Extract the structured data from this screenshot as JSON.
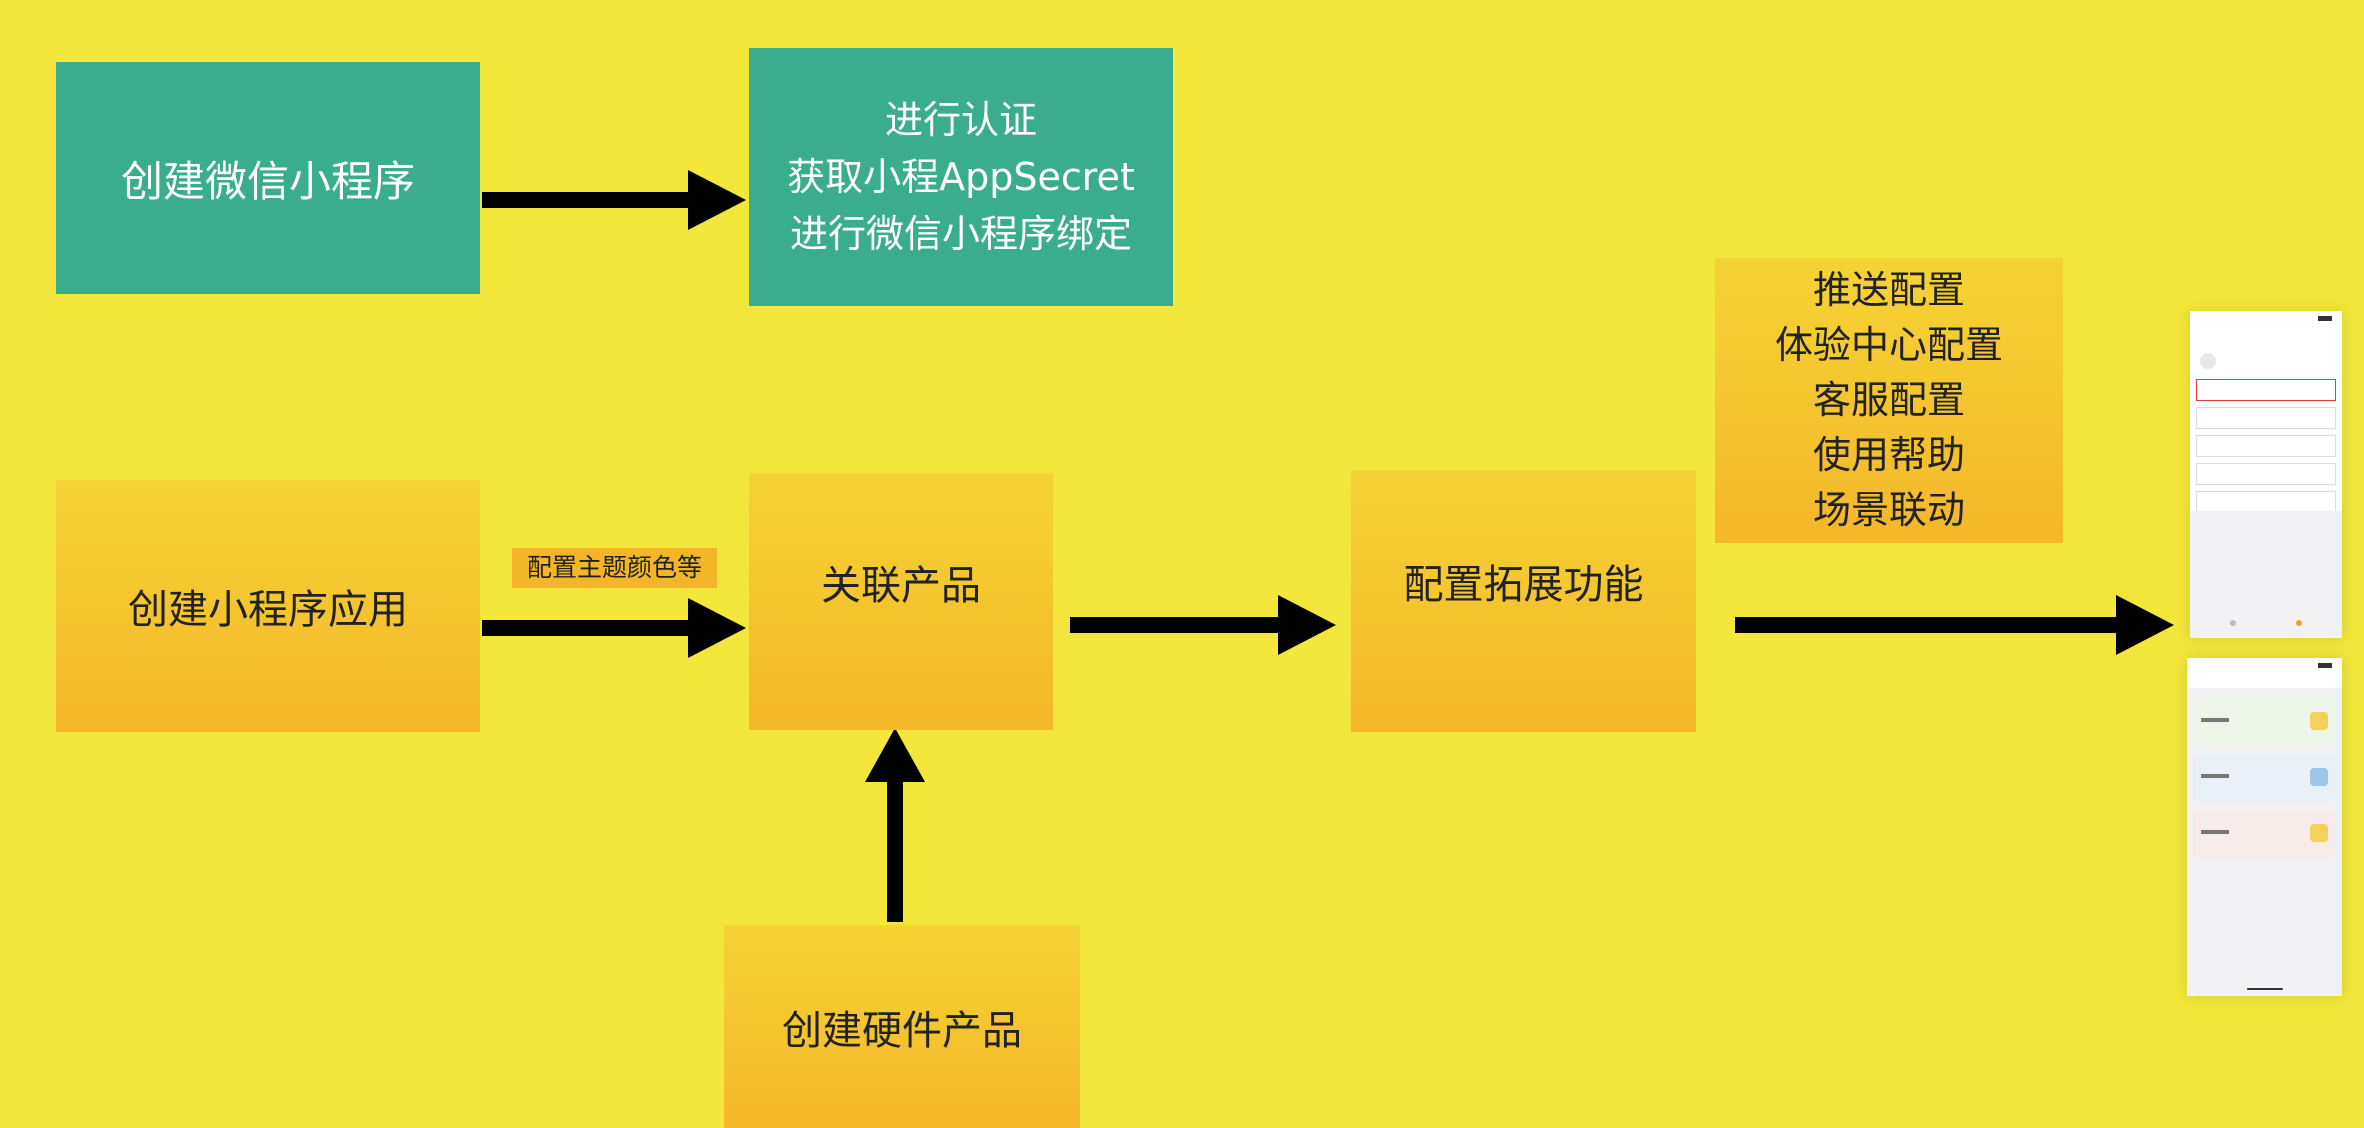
{
  "nodes": {
    "create_wx_miniprogram": "创建微信小程序",
    "auth": [
      "进行认证",
      "获取小程AppSecret",
      "进行微信小程序绑定"
    ],
    "create_app": "创建小程序应用",
    "link_product": "关联产品",
    "create_hardware": "创建硬件产品",
    "extensions": "配置拓展功能",
    "extension_list": [
      "推送配置",
      "体验中心配置",
      "客服配置",
      "使用帮助",
      "场景联动"
    ]
  },
  "edge_labels": {
    "theme_note": "配置主题颜色等"
  },
  "colors": {
    "background": "#f2e73a",
    "teal": "#3aad8e",
    "orange": "#f4b72a",
    "arrow": "#000000"
  }
}
